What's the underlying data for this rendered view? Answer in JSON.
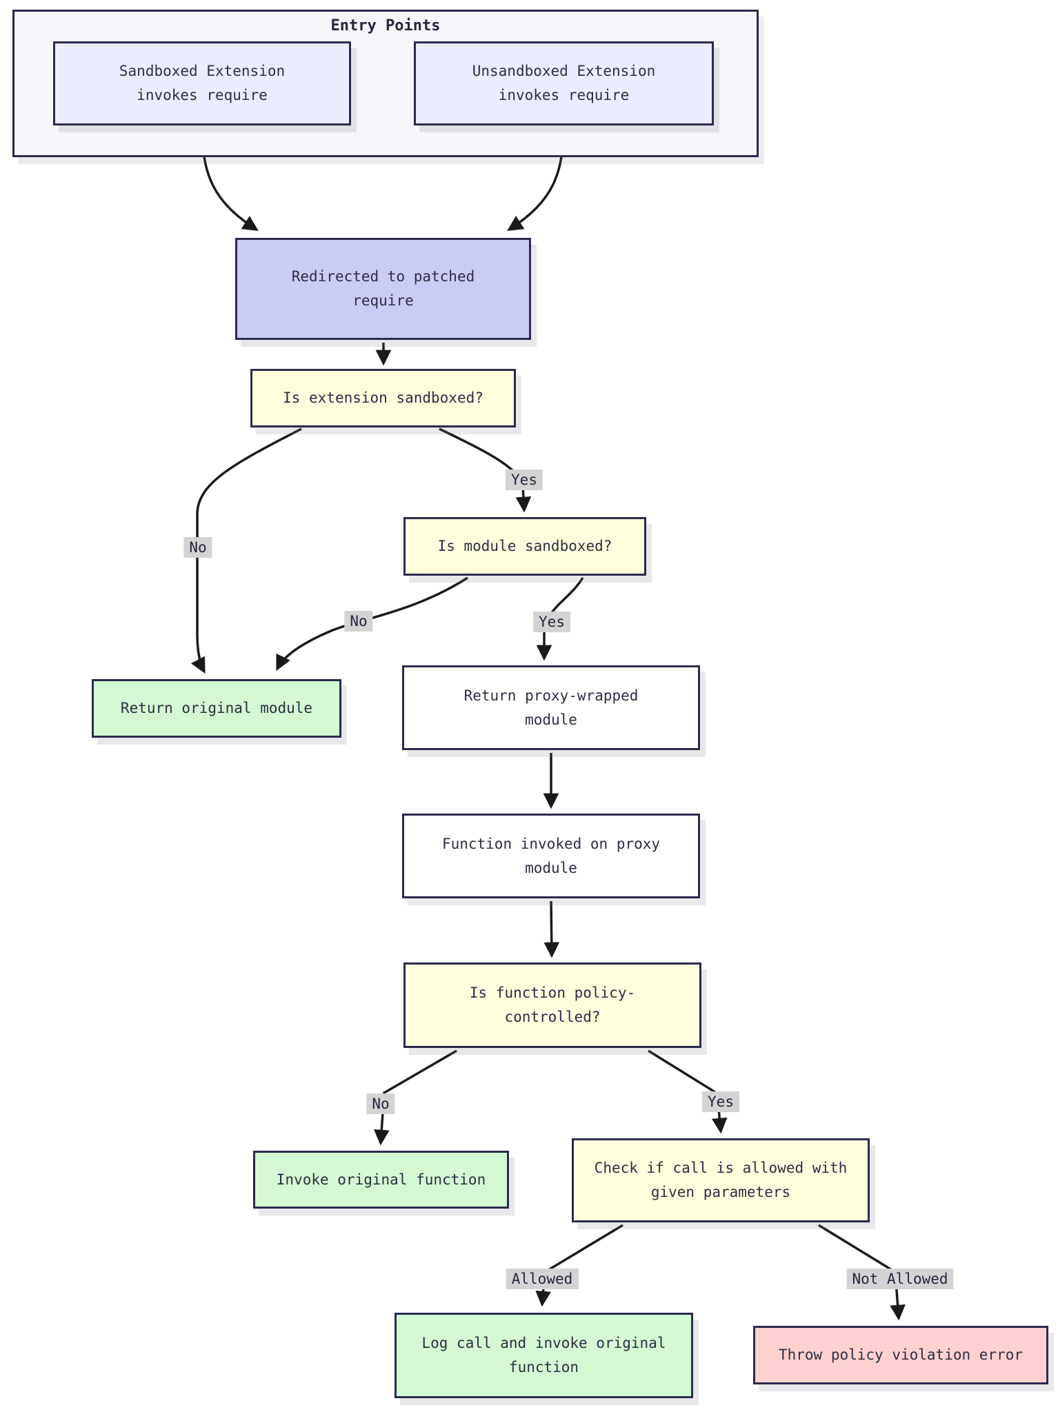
{
  "diagram": {
    "container_title": "Entry Points",
    "nodes": {
      "sandboxed_entry": "Sandboxed Extension invokes require",
      "unsandboxed_entry": "Unsandboxed Extension invokes require",
      "redirected": "Redirected to patched require",
      "is_extension_sandboxed": "Is extension sandboxed?",
      "is_module_sandboxed": "Is module sandboxed?",
      "return_original_module": "Return original module",
      "return_proxy_module": "Return proxy-wrapped module",
      "function_invoked_on_proxy": "Function invoked on proxy module",
      "is_function_policy_controlled": "Is function policy-controlled?",
      "invoke_original_function": "Invoke original function",
      "check_call_allowed": "Check if call is allowed with given parameters",
      "log_and_invoke": "Log call and invoke original function",
      "throw_policy_violation": "Throw policy violation error"
    },
    "edge_labels": {
      "yes1": "Yes",
      "no1": "No",
      "no2": "No",
      "yes2": "Yes",
      "no3": "No",
      "yes3": "Yes",
      "allowed": "Allowed",
      "not_allowed": "Not Allowed"
    },
    "colors": {
      "entry_node_fill": "#ececff",
      "redirect_node_fill": "#cbcbf8",
      "decision_fill": "#ffffde",
      "success_fill": "#d3f8d3",
      "error_fill": "#ffd0d0",
      "neutral_fill": "#ffffff",
      "container_fill": "#f6f6fa",
      "node_border": "#2b2b4d",
      "edge_stroke": "#1a1a1a",
      "edge_label_bg": "#d3d3d3"
    }
  }
}
